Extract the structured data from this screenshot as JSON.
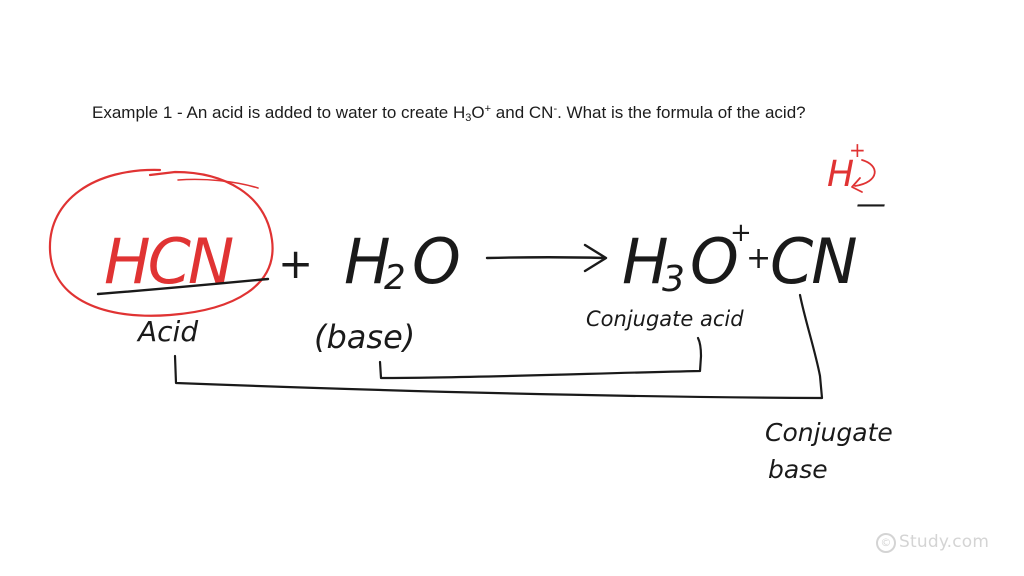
{
  "question": {
    "intro": "Example 1 - An acid is added to water to create H",
    "sub_3": "3",
    "o": "O",
    "sup_plus": "+",
    "and_cn": " and CN",
    "sup_minus": "-",
    "tail": ". What is the formula of the acid?"
  },
  "handwriting": {
    "acid_formula": "HCN",
    "plus_1": "+",
    "water_h": "H",
    "water_2": "2",
    "water_o": "O",
    "arrow": "——>",
    "product_h": "H",
    "product_3": "3",
    "product_o": "O",
    "product_plus_charge": "+",
    "plus_2": "+",
    "cn": "CN",
    "minus_charge": "—",
    "h_plus_h": "H",
    "h_plus_charge": "+",
    "label_acid": "Acid",
    "label_base": "(base)",
    "label_conjugate_acid": "Conjugate acid",
    "label_conjugate": "Conjugate",
    "label_base_2": "base"
  },
  "watermark": {
    "text": "Study.com",
    "symbol": "©"
  },
  "colors": {
    "ink_black": "#1a1a1a",
    "ink_red": "#e03333",
    "text": "#1c1c1c",
    "watermark": "#d4d4d4"
  }
}
